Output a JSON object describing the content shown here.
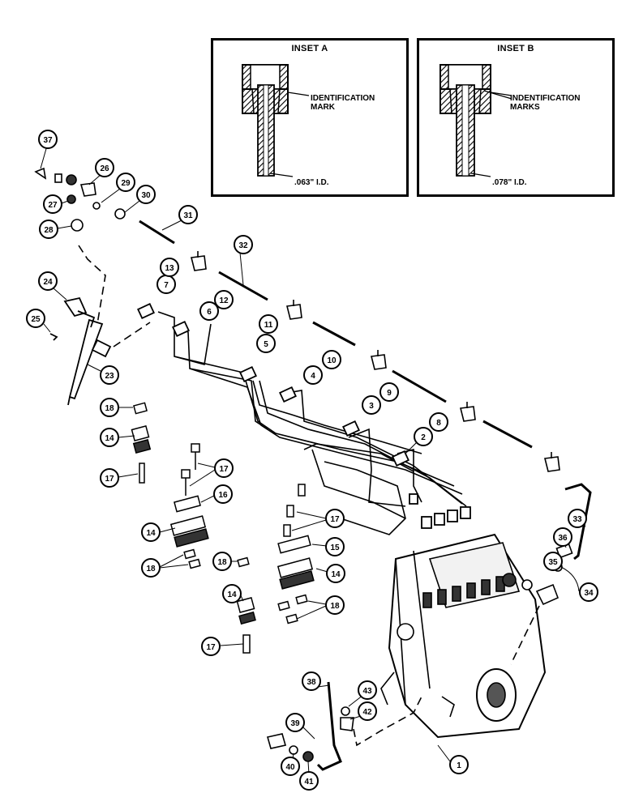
{
  "inset_a": {
    "title": "INSET A",
    "label_line1": "IDENTIFICATION",
    "label_line2": "MARK",
    "bore": ".063\" I.D."
  },
  "inset_b": {
    "title": "INSET B",
    "label_line1": "INDENTIFICATION",
    "label_line2": "MARKS",
    "bore": ".078\" I.D."
  },
  "callouts": {
    "c1": "1",
    "c2": "2",
    "c3": "3",
    "c4": "4",
    "c5": "5",
    "c6": "6",
    "c7": "7",
    "c8": "8",
    "c9": "9",
    "c10": "10",
    "c11": "11",
    "c12": "12",
    "c13": "13",
    "c14": "14",
    "c15": "15",
    "c16": "16",
    "c17": "17",
    "c18": "18",
    "c23": "23",
    "c24": "24",
    "c25": "25",
    "c26": "26",
    "c27": "27",
    "c28": "28",
    "c29": "29",
    "c30": "30",
    "c31": "31",
    "c32": "32",
    "c33": "33",
    "c34": "34",
    "c35": "35",
    "c36": "36",
    "c37": "37",
    "c38": "38",
    "c39": "39",
    "c40": "40",
    "c41": "41",
    "c42": "42",
    "c43": "43"
  }
}
